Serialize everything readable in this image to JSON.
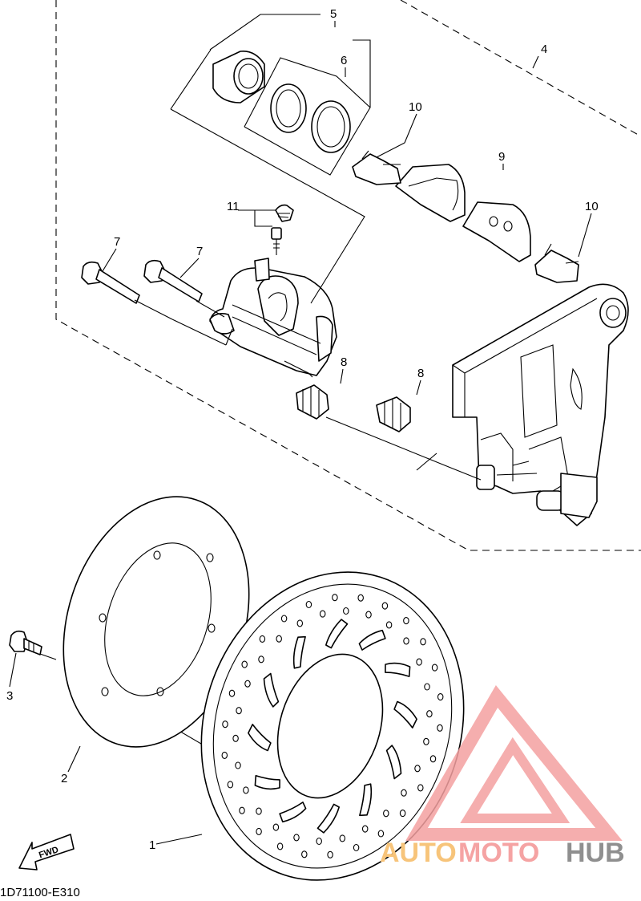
{
  "diagram": {
    "callouts": {
      "c1": "1",
      "c2": "2",
      "c3": "3",
      "c4": "4",
      "c5": "5",
      "c6": "6",
      "c7a": "7",
      "c7b": "7",
      "c8a": "8",
      "c8b": "8",
      "c9": "9",
      "c10a": "10",
      "c10b": "10",
      "c11": "11"
    },
    "fwd_label": "FWD",
    "drawing_code": "1D71100-E310"
  },
  "watermark": {
    "part1": "AUTO",
    "part2": "MOTO",
    "part3": "HUB",
    "colors": {
      "auto": "#f7c47a",
      "moto": "#f5a3a3",
      "hub": "#8f8f8f",
      "logo": "#f4a0a0"
    }
  }
}
